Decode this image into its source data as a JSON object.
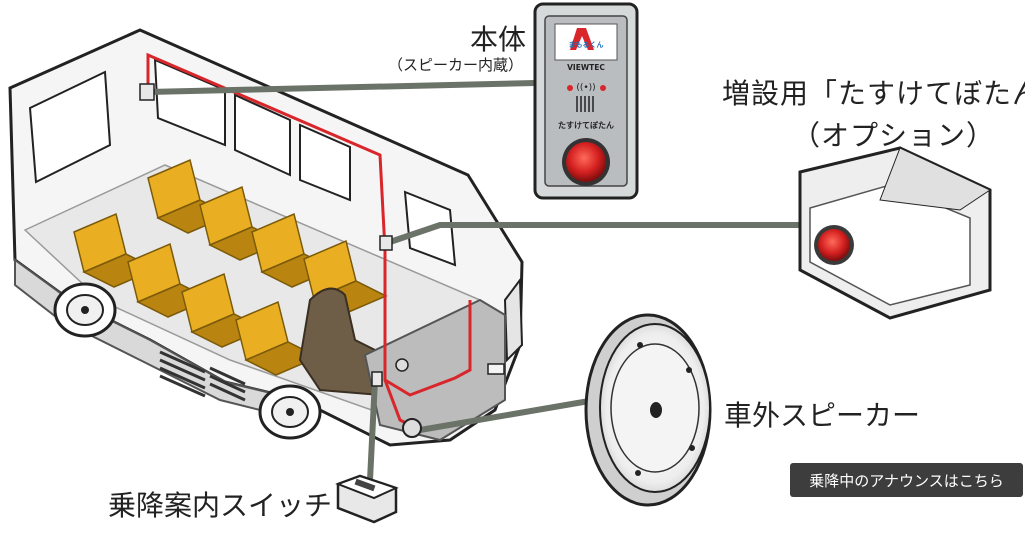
{
  "labels": {
    "main_unit": "本体",
    "main_unit_sub": "（スピーカー内蔵）",
    "option_button": "増設用「たすけてぼたん」",
    "option_button_sub": "（オプション）",
    "external_speaker": "車外スピーカー",
    "boarding_switch": "乗降案内スイッチ"
  },
  "device": {
    "logo_text": "まもるくん",
    "brand": "VIEWTEC",
    "button_label": "たすけてぼたん"
  },
  "announce_button": {
    "label": "乗降中のアナウンスはこちら"
  },
  "colors": {
    "wire": "#d8262b",
    "seat": "#e9ae22",
    "seat_dark": "#b98510",
    "button_red": "#d42020",
    "cable": "#6b7268"
  }
}
